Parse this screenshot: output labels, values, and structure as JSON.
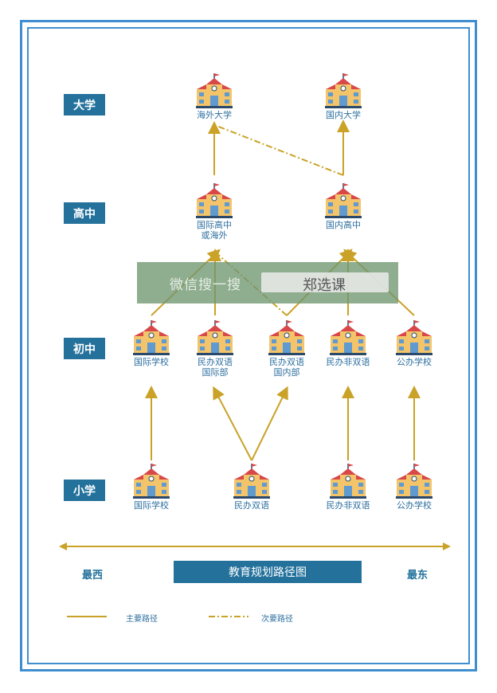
{
  "levels": [
    "大学",
    "高中",
    "初中",
    "小学"
  ],
  "nodes": {
    "uni_overseas": "海外大学",
    "uni_domestic": "国内大学",
    "hs_intl": "国际高中\n或海外",
    "hs_domestic": "国内高中",
    "ms_intl": "国际学校",
    "ms_private_bilingual_intl": "民办双语\n国际部",
    "ms_private_bilingual_domestic": "民办双语\n国内部",
    "ms_private_nonbilingual": "民办非双语",
    "ms_public": "公办学校",
    "ps_intl": "国际学校",
    "ps_private_bilingual": "民办双语",
    "ps_private_nonbilingual": "民办非双语",
    "ps_public": "公办学校"
  },
  "axis": {
    "west": "最西",
    "east": "最东"
  },
  "title": "教育规划路径图",
  "legend": {
    "primary": "主要路径",
    "secondary": "次要路径"
  },
  "watermark": {
    "text": "微信搜一搜",
    "search": "郑选课"
  },
  "colors": {
    "accent": "#24729c",
    "path": "#c9a227",
    "building_roof": "#d94848",
    "building_wall": "#f3c46a"
  }
}
